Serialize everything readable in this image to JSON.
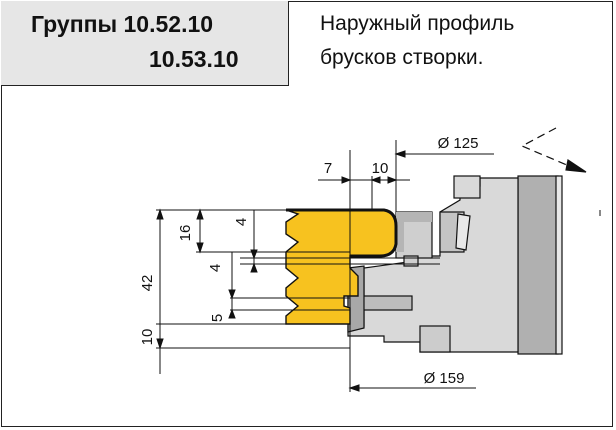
{
  "title": {
    "group_line1": "Группы 10.52.10",
    "group_line2": "10.53.10",
    "description_line1": "Наружный профиль",
    "description_line2": "брусков створки."
  },
  "dimensions": {
    "dia_top": "Ø 125",
    "dia_bottom": "Ø 159",
    "top_7": "7",
    "top_10": "10",
    "left_42": "42",
    "left_16": "16",
    "left_10": "10",
    "inner_4a": "4",
    "inner_4b": "4",
    "inner_5": "5"
  },
  "colors": {
    "profile_fill": "#f7c21f",
    "tool_fill": "#d9d9d9",
    "tool_dark": "#a8a8a8",
    "line": "#111111"
  }
}
